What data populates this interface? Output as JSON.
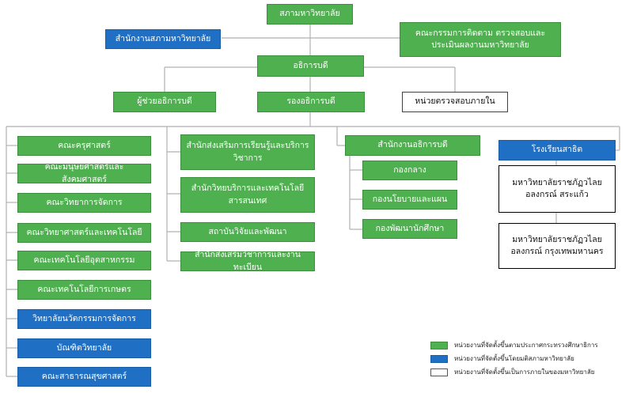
{
  "colors": {
    "green": "#4fb04f",
    "blue": "#1f6fc4",
    "white": "#ffffff",
    "connector": "#b0b0b0"
  },
  "top": {
    "council": "สภามหาวิทยาลัย",
    "council_office": "สำนักงานสภามหาวิทยาลัย",
    "audit_committee": "คณะกรรมการติดตาม ตรวจสอบและประเมินผลงานมหาวิทยาลัย",
    "president": "อธิการบดี",
    "assistant_president": "ผู้ช่วยอธิการบดี",
    "vice_president": "รองอธิการบดี",
    "internal_audit": "หน่วยตรวจสอบภายใน"
  },
  "faculties": [
    "คณะครุศาสตร์",
    "คณะมนุษยศาสตร์และสังคมศาสตร์",
    "คณะวิทยาการจัดการ",
    "คณะวิทยาศาสตร์และเทคโนโลยี",
    "คณะเทคโนโลยีอุตสาหกรรม",
    "คณะเทคโนโลยีการเกษตร",
    "วิทยาลัยนวัตกรรมการจัดการ",
    "บัณฑิตวิทยาลัย",
    "คณะสาธารณสุขศาสตร์"
  ],
  "offices": [
    "สำนักส่งเสริมการเรียนรู้และบริการวิชาการ",
    "สำนักวิทยบริการและเทคโนโลยีสารสนเทศ",
    "สถาบันวิจัยและพัฒนา",
    "สำนักส่งเสริมวิชาการและงานทะเบียน"
  ],
  "president_office": {
    "title": "สำนักงานอธิการบดี",
    "divisions": [
      "กองกลาง",
      "กองนโยบายและแผน",
      "กองพัฒนานักศึกษา"
    ]
  },
  "schools": {
    "demo_school": "โรงเรียนสาธิต",
    "campus_sakaeo": "มหาวิทยาลัยราชภัฏวไลยอลงกรณ์ สระแก้ว",
    "campus_bangkok": "มหาวิทยาลัยราชภัฏวไลยอลงกรณ์ กรุงเทพมหานคร"
  },
  "legend": [
    {
      "color": "green",
      "label": "หน่วยงานที่จัดตั้งขึ้นตามประกาศกระทรวงศึกษาธิการ"
    },
    {
      "color": "blue",
      "label": "หน่วยงานที่จัดตั้งขึ้นโดยมติสภามหาวิทยาลัย"
    },
    {
      "color": "white",
      "label": "หน่วยงานที่จัดตั้งขึ้นเป็นการภายในของมหาวิทยาลัย"
    }
  ]
}
